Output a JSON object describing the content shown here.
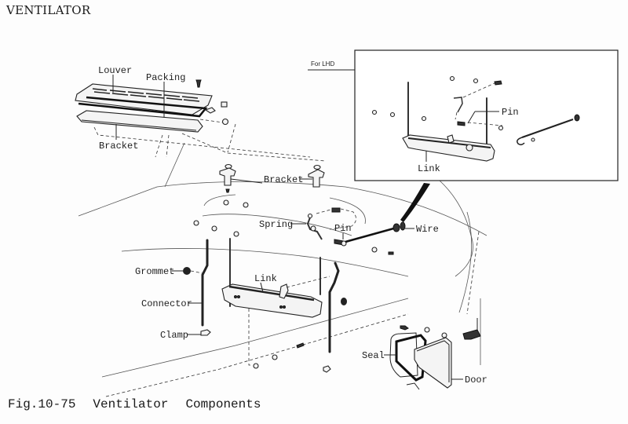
{
  "header": {
    "title": "VENTILATOR"
  },
  "figure": {
    "number": "Fig.10-75",
    "caption_word1": "Ventilator",
    "caption_word2": "Components"
  },
  "inset": {
    "tag": "For LHD",
    "labels": {
      "pin": "Pin",
      "link": "Link"
    }
  },
  "labels": {
    "louver": "Louver",
    "packing": "Packing",
    "bracket_top": "Bracket",
    "bracket_mid": "Bracket",
    "spring": "Spring",
    "pin": "Pin",
    "wire": "Wire",
    "grommet": "Grommet",
    "connector": "Connector",
    "clamp": "Clamp",
    "link": "Link",
    "seal": "Seal",
    "door": "Door"
  }
}
